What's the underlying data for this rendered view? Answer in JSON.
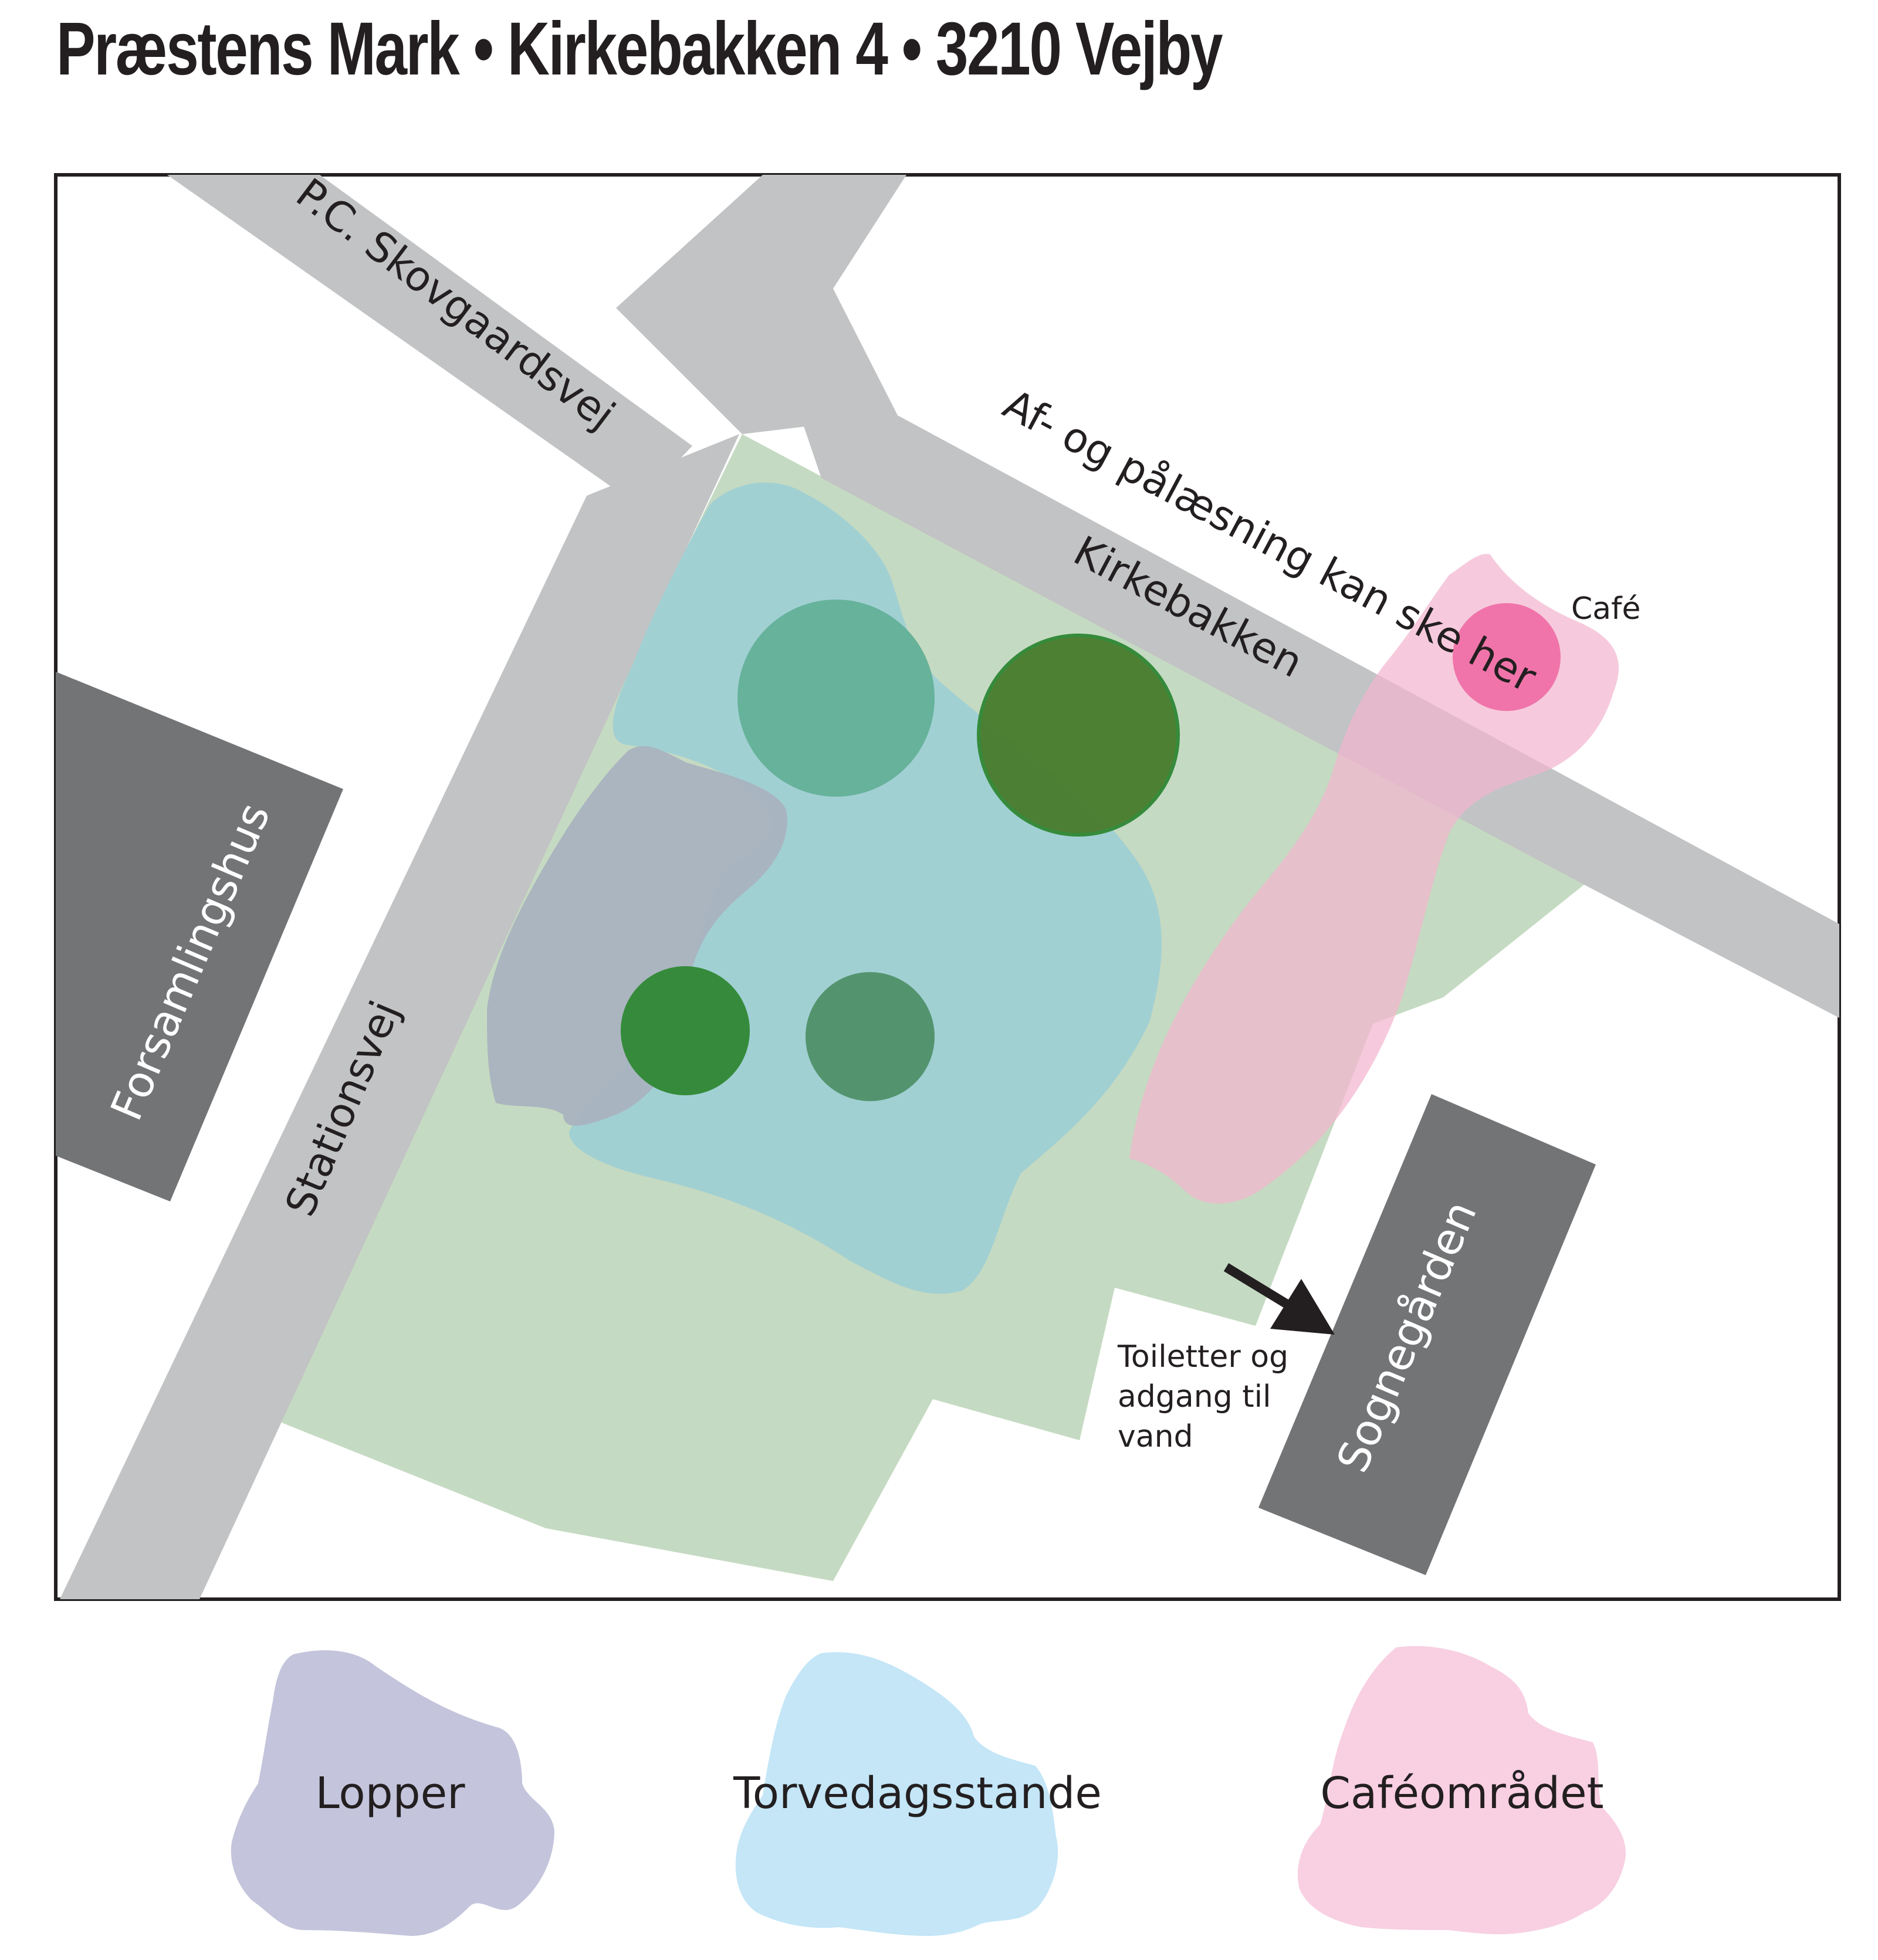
{
  "title": "Præstens Mark • Kirkebakken 4 • 3210 Vejby",
  "streets": {
    "pc_skovgaardsvej": "P.C. Skovgaardsvej",
    "stationsvej": "Stationsvej",
    "kirkebakken": "Kirkebakken"
  },
  "buildings": {
    "forsamlingshus": "Forsamlingshus",
    "sognegaarden": "Sognegården"
  },
  "annotations": {
    "loading": "Af- og pålæsning kan ske her",
    "cafe": "Café",
    "toilets_lines": [
      "Toiletter og",
      "adgang til",
      "vand"
    ]
  },
  "legend": [
    {
      "label": "Lopper",
      "color": "#c4c4dc"
    },
    {
      "label": "Torvedagsstande",
      "color": "#c4e6f7"
    },
    {
      "label": "Caféområdet",
      "color": "#f8d0e2"
    }
  ],
  "colors": {
    "road": "#c2c3c4",
    "park": "#c5dac2",
    "building": "#737476",
    "market_area": "#9fd0d4",
    "flea_area": "#a9b3bf",
    "cafe_area": "#f8d0e2",
    "cafe_dot": "#ef6fa6",
    "tree_dark": "#497c2d",
    "tree_teal": "#63b097",
    "tree_green": "#358b3b",
    "tree_mid": "#53946e"
  }
}
